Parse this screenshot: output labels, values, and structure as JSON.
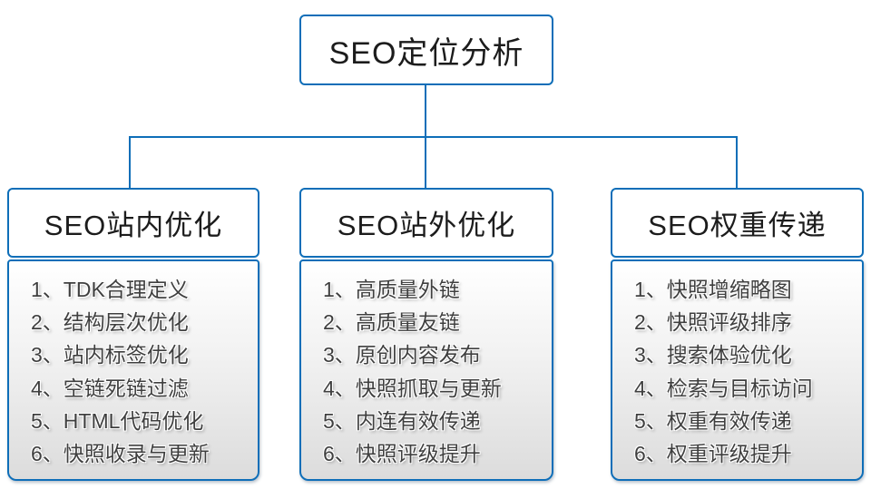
{
  "diagram": {
    "root": {
      "title": "SEO定位分析"
    },
    "branches": [
      {
        "title": "SEO站内优化",
        "items": [
          "1、TDK合理定义",
          "2、结构层次优化",
          "3、站内标签优化",
          "4、空链死链过滤",
          "5、HTML代码优化",
          "6、快照收录与更新"
        ]
      },
      {
        "title": "SEO站外优化",
        "items": [
          "1、高质量外链",
          "2、高质量友链",
          "3、原创内容发布",
          "4、快照抓取与更新",
          "5、内连有效传递",
          "6、快照评级提升"
        ]
      },
      {
        "title": "SEO权重传递",
        "items": [
          "1、快照增缩略图",
          "2、快照评级排序",
          "3、搜索体验优化",
          "4、检索与目标访问",
          "5、权重有效传递",
          "6、权重评级提升"
        ]
      }
    ],
    "colors": {
      "accent": "#0e6eb8",
      "heading_text": "#1c1c1c",
      "item_text": "#3f3f3f"
    }
  }
}
